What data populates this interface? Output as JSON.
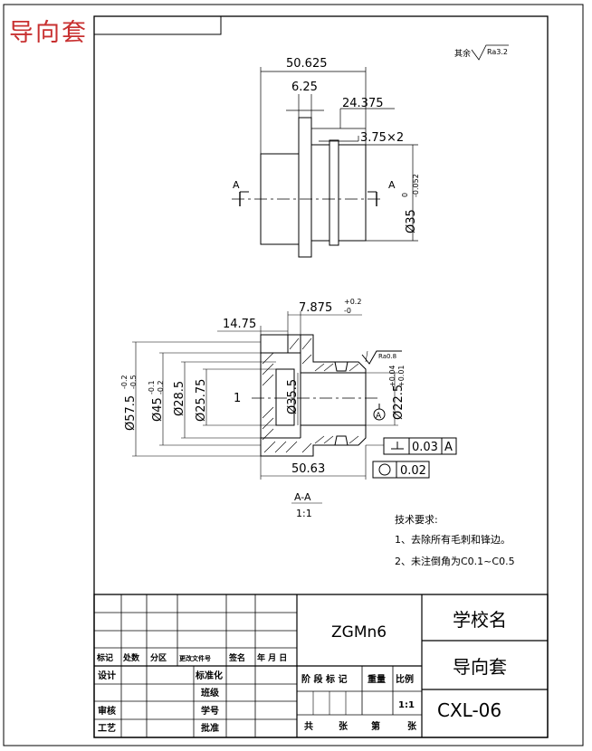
{
  "corner_title": "导向套",
  "roughness_note": {
    "prefix": "其余",
    "value": "Ra3.2"
  },
  "top_view": {
    "dim_overall": "50.625",
    "dim_flange": "6.25",
    "dim_step": "24.375",
    "dim_groove": "3.75×2",
    "section_mark": "A",
    "dim_diameter": "Ø35",
    "dim_diameter_tol_upper": "0",
    "dim_diameter_tol_lower": "-0.052"
  },
  "bottom_view": {
    "dim_groove_width": "7.875",
    "dim_groove_tol_upper": "+0.2",
    "dim_groove_tol_lower": "-0",
    "dim_bore_depth": "14.75",
    "roughness_value": "Ra0.8",
    "dim_od_large": "Ø57.5",
    "dim_od_large_tol_upper": "-0.2",
    "dim_od_large_tol_lower": "-0.5",
    "dim_od_mid": "Ø45",
    "dim_od_mid_tol_upper": "-0.1",
    "dim_od_mid_tol_lower": "-0.2",
    "dim_bore_outer": "Ø28.5",
    "dim_bore_inner": "Ø25.75",
    "dim_center": "Ø35.5",
    "dim_small_od": "Ø22.5",
    "dim_small_od_tol_upper": "+0.04",
    "dim_small_od_tol_lower": "+0.01",
    "datum_label": "A",
    "chamfer_label": "1",
    "dim_length": "50.63",
    "perp_tol_value": "0.03",
    "perp_tol_datum": "A",
    "conc_tol_value": "0.02",
    "section_label": "A-A",
    "section_scale": "1:1"
  },
  "tech_req": {
    "title": "技术要求:",
    "items": [
      "1、去除所有毛刺和锋边。",
      "2、未注倒角为C0.1~C0.5"
    ]
  },
  "title_block": {
    "material": "ZGMn6",
    "school": "学校名",
    "part_name": "导向套",
    "drawing_no": "CXL-06",
    "rev_headers": [
      "标记",
      "处数",
      "分区",
      "更改文件号",
      "签名",
      "年 月 日"
    ],
    "roles": [
      "设计",
      "审核",
      "工艺"
    ],
    "roles_right": [
      "标准化",
      "班级",
      "学号",
      "批准"
    ],
    "stage_headers": [
      "阶 段 标 记",
      "重量",
      "比例"
    ],
    "scale": "1:1",
    "sheet_labels": [
      "共",
      "张",
      "第",
      "张"
    ]
  }
}
